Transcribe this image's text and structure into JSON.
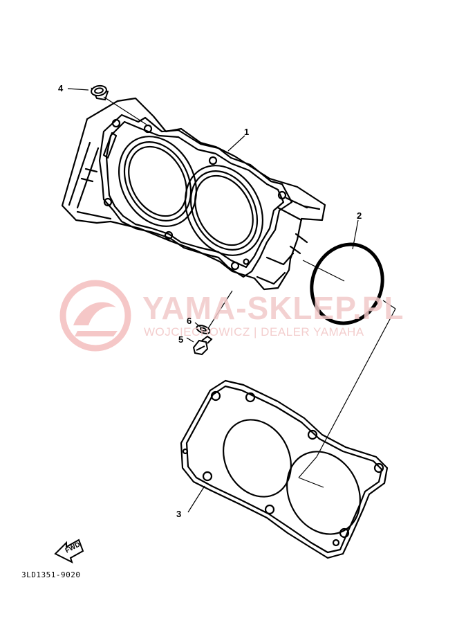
{
  "diagram": {
    "drawing_code": "3LD1351-9020",
    "fwd_label": "FWD",
    "parts": [
      {
        "callout": "1",
        "part": "cylinder"
      },
      {
        "callout": "2",
        "part": "o-ring"
      },
      {
        "callout": "3",
        "part": "cylinder-head-gasket"
      },
      {
        "callout": "4",
        "part": "dowel-pin"
      },
      {
        "callout": "5",
        "part": "bolt"
      },
      {
        "callout": "6",
        "part": "washer"
      }
    ]
  },
  "watermark": {
    "title": "YAMA-SKLEP.PL",
    "subtitle": "WOJCIECHOWICZ | DEALER YAMAHA",
    "color": "#f2c9c9"
  }
}
